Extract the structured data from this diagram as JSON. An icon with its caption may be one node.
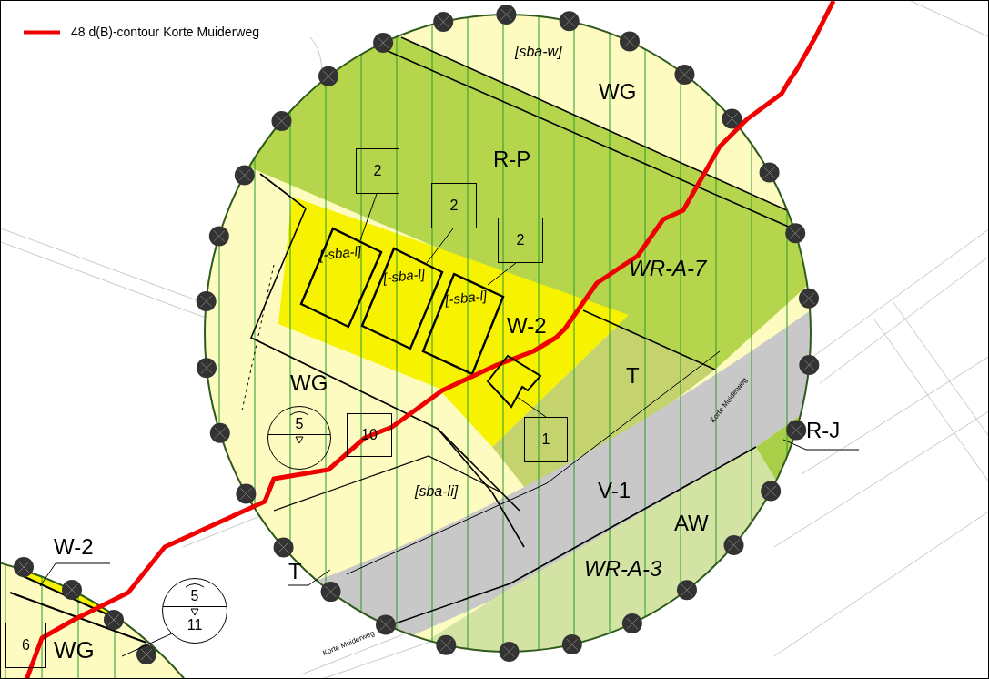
{
  "diagram": {
    "nodes": [
      {
        "text": [
          "2"
        ]
      },
      {
        "text": [
          "2"
        ]
      },
      {
        "text": [
          "2"
        ]
      },
      {
        "text": [
          "1"
        ]
      },
      {
        "text": [
          "10"
        ]
      },
      {
        "text": [
          "5"
        ]
      },
      {
        "text": [
          "5",
          "11"
        ]
      },
      {
        "text": [
          "W-2"
        ]
      },
      {
        "text": [
          "T"
        ]
      },
      {
        "text": [
          "R-J"
        ]
      },
      {
        "text": [
          "[-sba-l]"
        ]
      },
      {
        "text": [
          "[-sba-l]"
        ]
      },
      {
        "text": [
          "[-sba-l]"
        ]
      },
      {
        "text": [],
        "shape": "box"
      },
      {
        "text": [
          "6"
        ]
      }
    ],
    "edges": [
      {
        "from": 0,
        "to": 10,
        "arrow": "none"
      },
      {
        "from": 1,
        "to": 11,
        "arrow": "none"
      },
      {
        "from": 2,
        "to": 12,
        "arrow": "none"
      },
      {
        "from": 3,
        "to": 13,
        "arrow": "none"
      },
      {
        "from": 6,
        "to": null,
        "arrow": "none"
      },
      {
        "from": 7,
        "to": null,
        "arrow": "none"
      },
      {
        "from": 8,
        "to": null,
        "arrow": "none"
      },
      {
        "from": 9,
        "to": null,
        "arrow": "none"
      }
    ],
    "labels": [
      "[sba-w]",
      "WG",
      "R-P",
      "WR-A-7",
      "W-2",
      "WG",
      "T",
      "Korte Muiderweg",
      "[sba-li]",
      "V-1",
      "AW",
      "WR-A-3",
      "Korte Muiderweg",
      "WG"
    ],
    "legend": [
      {
        "text": "48 d(B)-contour Korte Muiderweg"
      }
    ]
  }
}
